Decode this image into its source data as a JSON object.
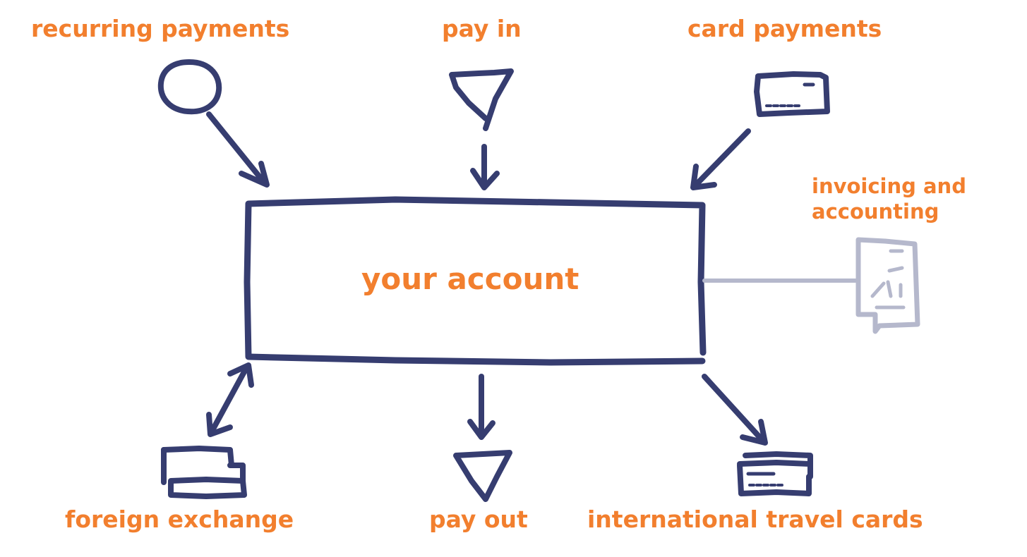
{
  "colors": {
    "label": "#F27F2E",
    "ink": "#363D70",
    "faded_ink": "#B5B8CC",
    "background": "#FFFFFF"
  },
  "center": {
    "label": "your account"
  },
  "nodes": {
    "recurring_payments": {
      "label": "recurring payments",
      "icon": "circle-icon"
    },
    "pay_in": {
      "label": "pay in",
      "icon": "funnel-triangle-icon"
    },
    "card_payments": {
      "label": "card payments",
      "icon": "card-icon"
    },
    "invoicing": {
      "label_line1": "invoicing and",
      "label_line2": "accounting",
      "icon": "document-icon"
    },
    "foreign_exchange": {
      "label": "foreign exchange",
      "icon": "stacked-notes-icon"
    },
    "pay_out": {
      "label": "pay out",
      "icon": "funnel-triangle-icon"
    },
    "travel_cards": {
      "label": "international travel cards",
      "icon": "stacked-cards-icon"
    }
  }
}
